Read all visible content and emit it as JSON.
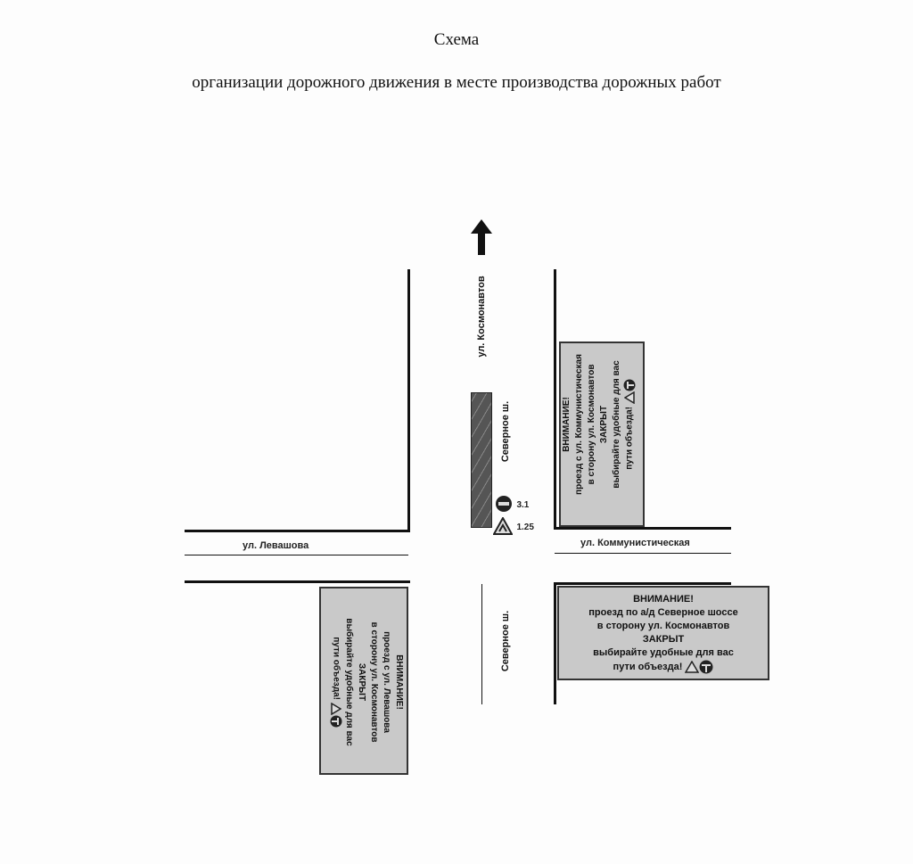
{
  "title": "Схема",
  "subtitle": "организации дорожного движения в месте производства дорожных работ",
  "streets": {
    "north": "ул. Космонавтов",
    "highway_upper": "Северное ш.",
    "highway_lower": "Северное ш.",
    "west": "ул. Левашова",
    "east": "ул. Коммунистическая"
  },
  "signs": {
    "no_entry": "3.1",
    "road_works": "1.25"
  },
  "boards": [
    {
      "heading": "ВНИМАНИЕ!",
      "line1": "проезд с ул. Коммунистическая",
      "line2": "в сторону ул. Космонавтов",
      "line3": "ЗАКРЫТ",
      "line4": "выбирайте удобные для вас",
      "line5": "пути объезда!"
    },
    {
      "heading": "ВНИМАНИЕ!",
      "line1": "проезд с ул. Левашова",
      "line2": "в сторону ул. Космонавтов",
      "line3": "ЗАКРЫТ",
      "line4": "выбирайте удобные для вас",
      "line5": "пути объезда!"
    },
    {
      "heading": "ВНИМАНИЕ!",
      "line1": "проезд по а/д Северное шоссе",
      "line2": "в сторону ул. Космонавтов",
      "line3": "ЗАКРЫТ",
      "line4": "выбирайте удобные для вас",
      "line5": "пути объезда!"
    }
  ]
}
